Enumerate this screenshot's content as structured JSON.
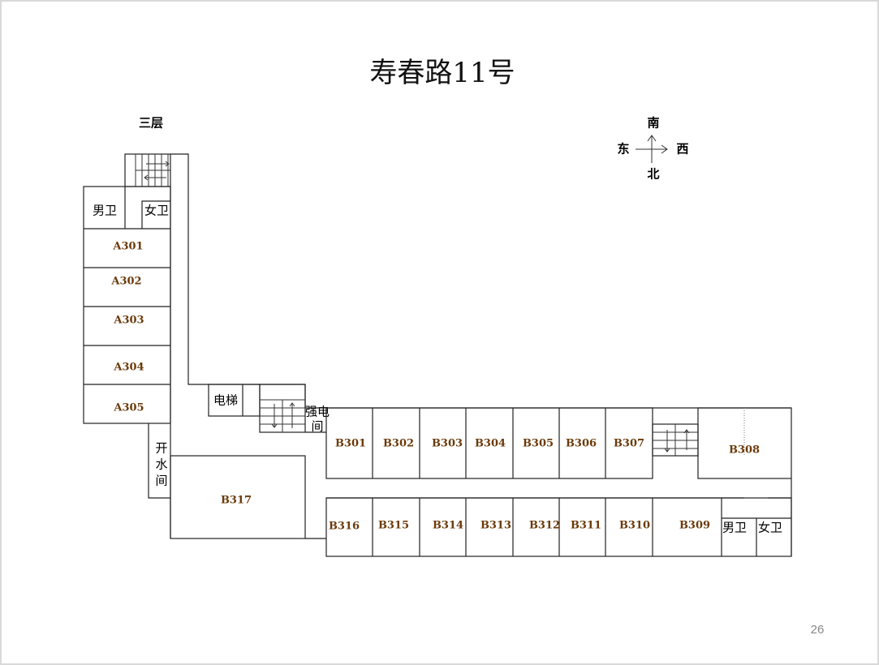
{
  "title": "寿春路11号",
  "floor": "三层",
  "compass": {
    "south": "南",
    "east": "东",
    "west": "西",
    "north": "北"
  },
  "a_wing": {
    "mens_wc": "男卫",
    "womens_wc": "女卫",
    "rooms": [
      "A301",
      "A302",
      "A303",
      "A304",
      "A305"
    ],
    "water_room": [
      "开",
      "水",
      "间"
    ]
  },
  "elevator": "电梯",
  "power_room": {
    "line1": "强电",
    "line2": "间"
  },
  "b_wing": {
    "top_rooms": [
      "B301",
      "B302",
      "B303",
      "B304",
      "B305",
      "B306",
      "B307",
      "B308"
    ],
    "bottom_rooms": [
      "B316",
      "B315",
      "B314",
      "B313",
      "B312",
      "B311",
      "B310",
      "B309"
    ],
    "big_room": "B317",
    "mens_wc": "男卫",
    "womens_wc": "女卫"
  },
  "page_number": "26"
}
